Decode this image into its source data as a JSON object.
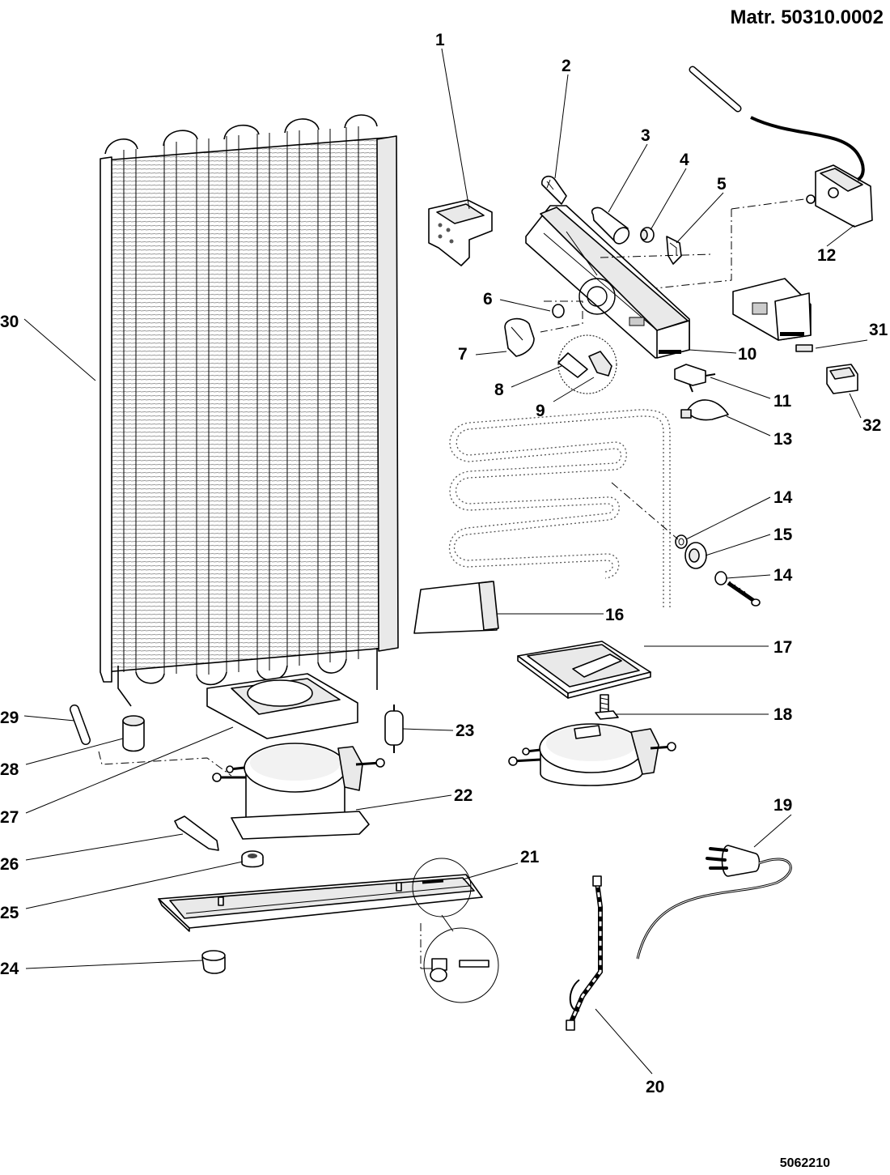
{
  "header": {
    "title": "Matr. 50310.0002"
  },
  "footer": {
    "code": "5062210"
  },
  "callouts": [
    "1",
    "2",
    "3",
    "4",
    "5",
    "6",
    "7",
    "8",
    "9",
    "10",
    "11",
    "12",
    "13",
    "14",
    "15",
    "14",
    "16",
    "17",
    "18",
    "19",
    "20",
    "21",
    "22",
    "23",
    "24",
    "25",
    "26",
    "27",
    "28",
    "29",
    "30",
    "31",
    "32"
  ]
}
